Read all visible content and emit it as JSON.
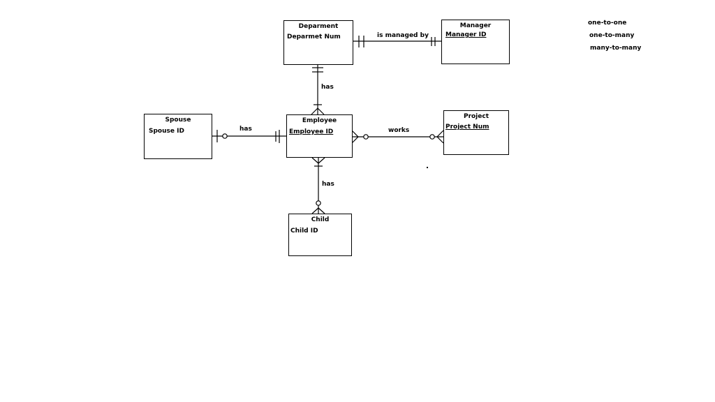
{
  "entities": {
    "department": {
      "title": "Deparment",
      "attribute": "Deparmet Num",
      "is_key": false
    },
    "manager": {
      "title": "Manager",
      "attribute": "Manager ID",
      "is_key": true
    },
    "employee": {
      "title": "Employee",
      "attribute": "Employee ID",
      "is_key": true
    },
    "spouse": {
      "title": "Spouse",
      "attribute": "Spouse ID",
      "is_key": false
    },
    "project": {
      "title": "Project",
      "attribute": "Project Num",
      "is_key": true
    },
    "child": {
      "title": "Child",
      "attribute": "Child ID",
      "is_key": false
    }
  },
  "relationships": {
    "department_manager": {
      "label": "is managed by"
    },
    "department_employee": {
      "label": "has"
    },
    "spouse_employee": {
      "label": "has"
    },
    "employee_project": {
      "label": "works"
    },
    "employee_child": {
      "label": "has"
    }
  },
  "legend": [
    "one-to-one",
    "one-to-many",
    "many-to-many"
  ],
  "colors": {
    "line": "#000000",
    "background": "#ffffff"
  }
}
